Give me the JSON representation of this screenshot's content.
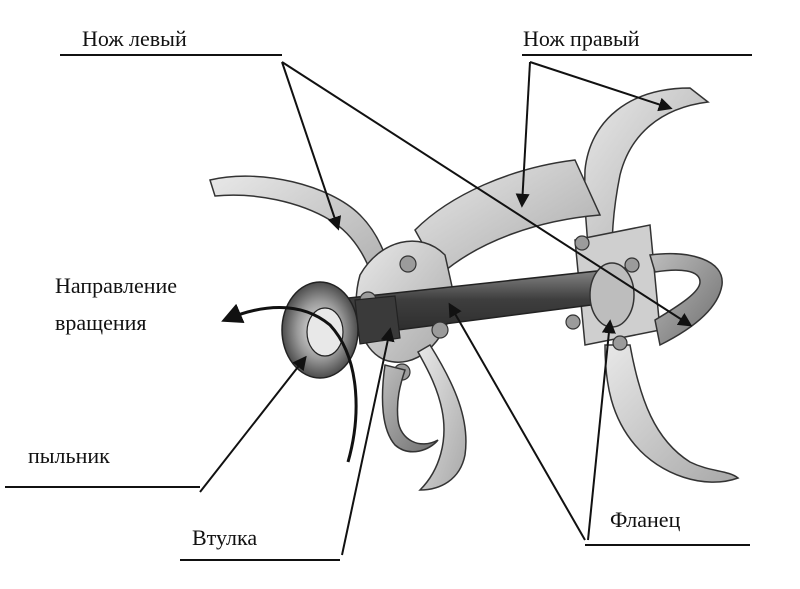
{
  "labels": {
    "knife_left": "Нож левый",
    "knife_right": "Нож правый",
    "direction_line1": "Направление",
    "direction_line2": "вращения",
    "dust_seal": "пыльник",
    "bushing": "Втулка",
    "flange": "Фланец"
  },
  "colors": {
    "background": "#ffffff",
    "line": "#111111",
    "metal_light": "#d9d9d9",
    "metal_mid": "#a9a9a9",
    "metal_dark": "#5a5a5a",
    "shaft": "#4a4a4a"
  }
}
